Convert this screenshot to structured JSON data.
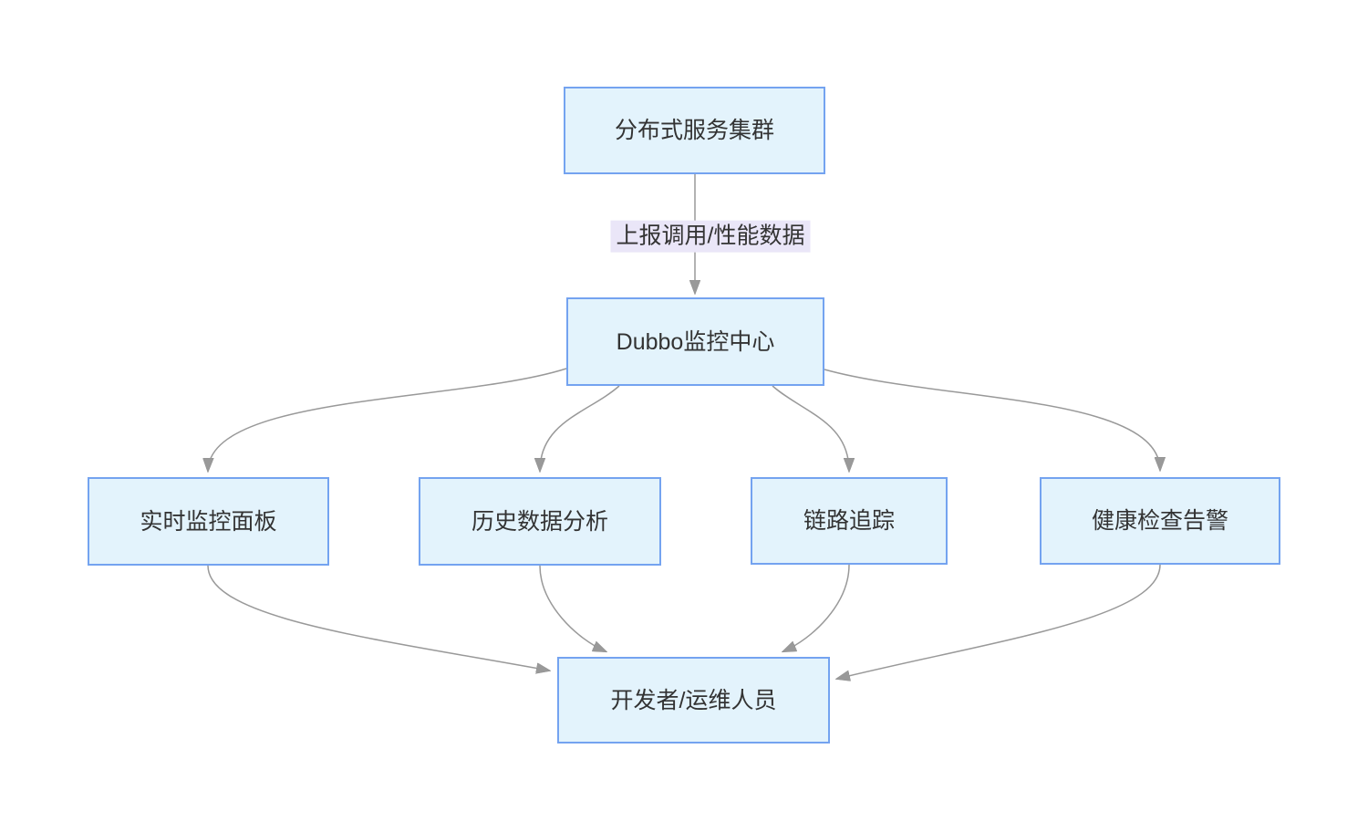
{
  "diagram": {
    "type": "flowchart-top-down",
    "background": "#ffffff",
    "colors": {
      "node_fill": "#e3f3fc",
      "node_border": "#74a3f0",
      "edge_line": "#999999",
      "arrowhead": "#999999",
      "edge_label_bg": "#eae6f8",
      "text": "#333333"
    },
    "nodes": {
      "cluster": {
        "label": "分布式服务集群"
      },
      "monitor": {
        "label": "Dubbo监控中心"
      },
      "panel": {
        "label": "实时监控面板"
      },
      "history": {
        "label": "历史数据分析"
      },
      "trace": {
        "label": "链路追踪"
      },
      "health": {
        "label": "健康检查告警"
      },
      "dev": {
        "label": "开发者/运维人员"
      }
    },
    "edges": [
      {
        "from": "cluster",
        "to": "monitor",
        "label": "上报调用/性能数据"
      },
      {
        "from": "monitor",
        "to": "panel",
        "label": ""
      },
      {
        "from": "monitor",
        "to": "history",
        "label": ""
      },
      {
        "from": "monitor",
        "to": "trace",
        "label": ""
      },
      {
        "from": "monitor",
        "to": "health",
        "label": ""
      },
      {
        "from": "panel",
        "to": "dev",
        "label": ""
      },
      {
        "from": "history",
        "to": "dev",
        "label": ""
      },
      {
        "from": "trace",
        "to": "dev",
        "label": ""
      },
      {
        "from": "health",
        "to": "dev",
        "label": ""
      }
    ]
  }
}
